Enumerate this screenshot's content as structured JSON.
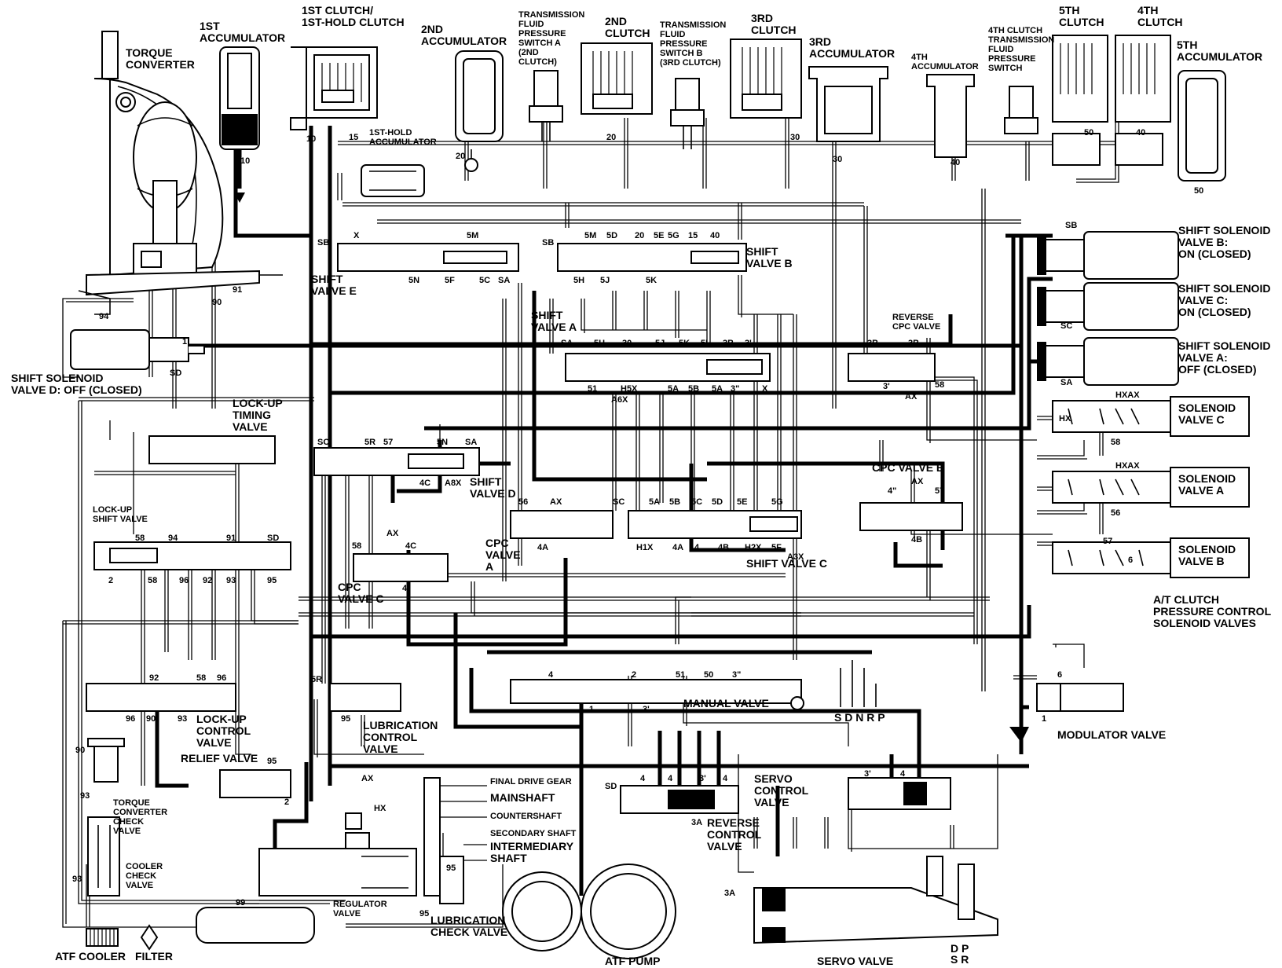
{
  "components": {
    "torque_converter": "TORQUE\nCONVERTER",
    "first_accumulator": "1ST\nACCUMULATOR",
    "first_clutch": "1ST CLUTCH/\n1ST-HOLD CLUTCH",
    "second_accumulator": "2ND\nACCUMULATOR",
    "tfp_switch_a": "TRANSMISSION\nFLUID\nPRESSURE\nSWITCH A\n(2ND\nCLUTCH)",
    "second_clutch": "2ND\nCLUTCH",
    "tfp_switch_b": "TRANSMISSION\nFLUID\nPRESSURE\nSWITCH B\n(3RD CLUTCH)",
    "third_clutch": "3RD\nCLUTCH",
    "third_accumulator": "3RD\nACCUMULATOR",
    "fourth_accumulator": "4TH\nACCUMULATOR",
    "fourth_clutch_switch": "4TH CLUTCH\nTRANSMISSION\nFLUID\nPRESSURE\nSWITCH",
    "fifth_clutch": "5TH\nCLUTCH",
    "fourth_clutch": "4TH\nCLUTCH",
    "fifth_accumulator": "5TH\nACCUMULATOR",
    "first_hold_accumulator": "1ST-HOLD\nACCUMULATOR",
    "shift_valve_e": "SHIFT\nVALVE E",
    "shift_valve_b": "SHIFT\nVALVE B",
    "shift_valve_a": "SHIFT\nVALVE A",
    "reverse_cpc_valve": "REVERSE\nCPC VALVE",
    "shift_solenoid_b": "SHIFT SOLENOID\nVALVE B:\nON (CLOSED)",
    "shift_solenoid_c": "SHIFT SOLENOID\nVALVE C:\nON (CLOSED)",
    "shift_solenoid_a": "SHIFT SOLENOID\nVALVE A:\nOFF (CLOSED)",
    "shift_solenoid_d": "SHIFT SOLENOID\nVALVE D: OFF (CLOSED)",
    "lockup_timing_valve": "LOCK-UP\nTIMING\nVALVE",
    "shift_valve_d": "SHIFT\nVALVE D",
    "solenoid_c": "SOLENOID\nVALVE C",
    "solenoid_a": "SOLENOID\nVALVE A",
    "solenoid_b": "SOLENOID\nVALVE B",
    "cpc_valve_b": "CPC VALVE B",
    "lockup_shift_valve": "LOCK-UP\nSHIFT VALVE",
    "cpc_valve_a": "CPC\nVALVE\nA",
    "cpc_valve_c": "CPC\nVALVE C",
    "shift_valve_c": "SHIFT VALVE C",
    "at_clutch_pcs": "A/T CLUTCH\nPRESSURE CONTROL\nSOLENOID VALVES",
    "manual_valve": "MANUAL VALVE",
    "modulator_valve": "MODULATOR VALVE",
    "lockup_control_valve": "LOCK-UP\nCONTROL\nVALVE",
    "lubrication_control_valve": "LUBRICATION\nCONTROL\nVALVE",
    "relief_valve": "RELIEF VALVE",
    "torque_converter_check_valve": "TORQUE\nCONVERTER\nCHECK\nVALVE",
    "cooler_check_valve": "COOLER\nCHECK\nVALVE",
    "final_drive_gear": "FINAL DRIVE GEAR",
    "mainshaft": "MAINSHAFT",
    "countershaft": "COUNTERSHAFT",
    "secondary_shaft": "SECONDARY SHAFT",
    "intermediary_shaft": "INTERMEDIARY\nSHAFT",
    "servo_control_valve": "SERVO\nCONTROL\nVALVE",
    "reverse_control_valve": "REVERSE\nCONTROL\nVALVE",
    "regulator_valve": "REGULATOR\nVALVE",
    "lubrication_check_valve": "LUBRICATION\nCHECK VALVE",
    "atf_cooler": "ATF COOLER",
    "filter": "FILTER",
    "atf_pump": "ATF PUMP",
    "servo_valve": "SERVO VALVE"
  },
  "manual_valve_positions": "S D N R   P",
  "servo_positions_top": "D   P",
  "servo_positions_bottom": "S   R",
  "ports": {
    "sb1": "SB",
    "sb2": "SB",
    "sb3": "SB",
    "sc": "SC",
    "sa": "SA",
    "sd": "SD",
    "sd2": "SD",
    "sc_d": "SC",
    "sa_d": "SA",
    "sc_c": "SC",
    "sa_a": "SA",
    "sa_e": "SA",
    "n10": "10",
    "n15": "15",
    "n15b": "15",
    "n20": "20",
    "n20b": "20",
    "n30": "30",
    "n30b": "30",
    "n40": "40",
    "n40b": "40",
    "n50": "50",
    "n50b": "50",
    "n90": "90",
    "n91": "91",
    "n94": "94",
    "n1": "1",
    "x": "X",
    "hx": "HX",
    "hxax": "HXAX",
    "hxax2": "HXAX",
    "ax": "AX",
    "a8x": "A8X",
    "a6x": "A6X",
    "h5x": "H5X",
    "h1x": "H1X",
    "h2x": "H2X",
    "a3x": "A3X",
    "n3b": "3B",
    "n3": "3'",
    "n5h": "5H",
    "n5j": "5J",
    "n5k": "5K",
    "n5l": "5L",
    "n5a": "5A",
    "n5b": "5B",
    "n5c": "5C",
    "n5d": "5D",
    "n5e": "5E",
    "n5f": "5F",
    "n5g": "5G",
    "n5m": "5M",
    "n5n": "5N",
    "n5r": "5R",
    "n57": "57",
    "n56": "56",
    "n58": "58",
    "n4a": "4A",
    "n4b": "4B",
    "n4c": "4C",
    "n4": "4",
    "n4pp": "4\"",
    "n92": "92",
    "n93": "93",
    "n95": "95",
    "n96": "96",
    "n99": "99",
    "n2": "2",
    "n3a": "3A",
    "n3pp": "3\"",
    "n51": "51",
    "n6": "6"
  }
}
